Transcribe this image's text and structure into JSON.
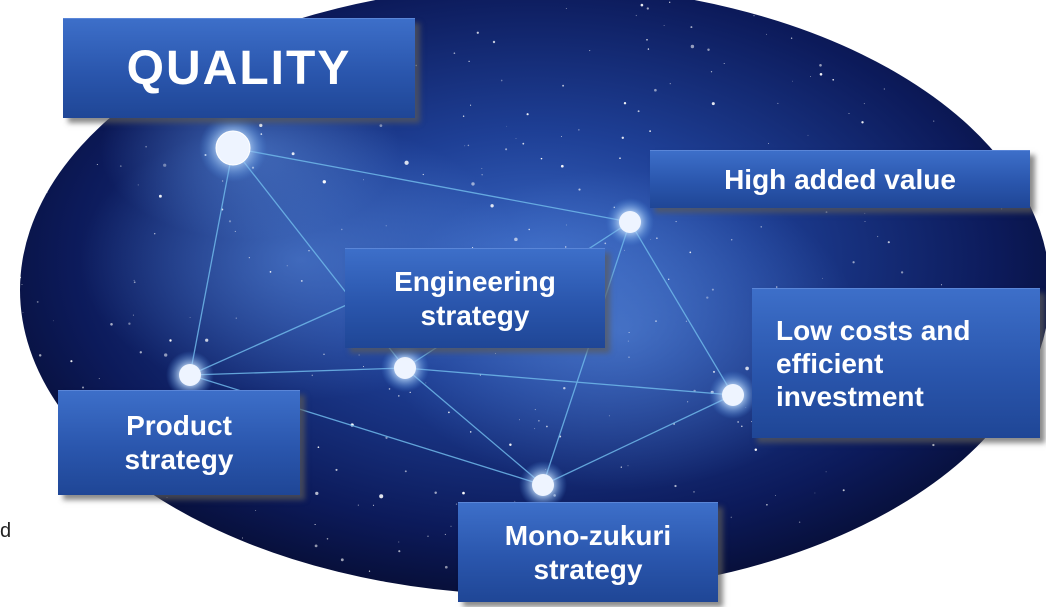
{
  "boxes": {
    "quality": "QUALITY",
    "high_added_value": "High added value",
    "engineering": "Engineering\nstrategy",
    "low_costs": "Low costs and\nefficient\ninvestment",
    "product": "Product\nstrategy",
    "monozukuri": "Mono-zukuri\nstrategy"
  },
  "stray_text": "d",
  "colors": {
    "box_fill": "#2a56ad",
    "box_text": "#ffffff",
    "sky_center": "#2b4fa8",
    "sky_edge": "#050a2a",
    "link_line": "#6fb8ea"
  }
}
